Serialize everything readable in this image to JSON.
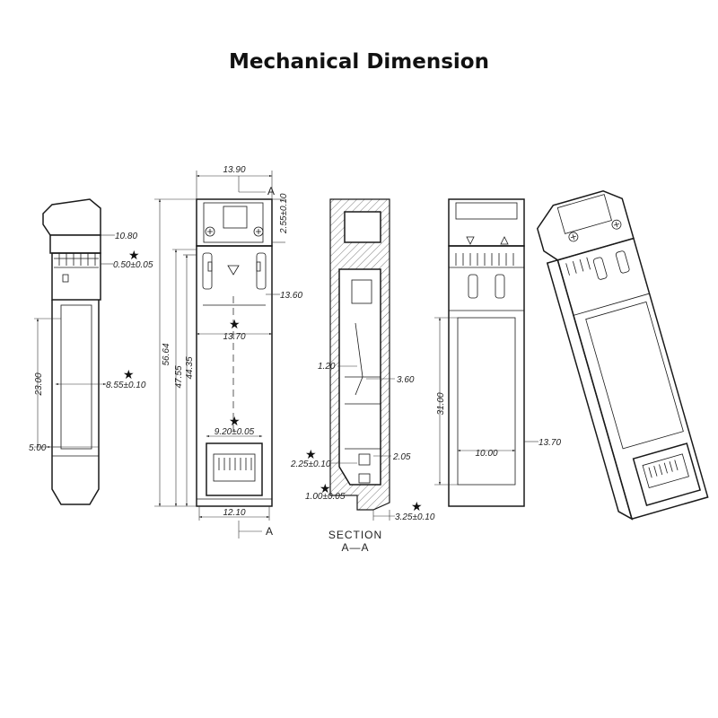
{
  "title": "Mechanical Dimension",
  "side_view": {
    "dim_top_width": "10.80",
    "dim_tab": "0.50±0.05",
    "dim_window_height": "23.00",
    "dim_depth": "8.55±0.10",
    "dim_bottom": "5.00"
  },
  "front_view": {
    "dim_top_width": "13.90",
    "section_marker": "A",
    "dim_top_offset": "2.55±0.10",
    "dim_latch_width": "13.60",
    "dim_body_width": "13.70",
    "dim_total_length": "56.64",
    "dim_length_2": "47.55",
    "dim_length_3": "44.35",
    "dim_connector_width": "9.20±0.05",
    "dim_bottom_width": "12.10",
    "section_marker_bottom": "A"
  },
  "section_view": {
    "dim_wall": "1.20",
    "dim_inner": "3.60",
    "dim_step": "2.05",
    "dim_offset": "2.25±0.10",
    "dim_lip": "1.00±0.05",
    "dim_end": "3.25±0.10",
    "label_line1": "SECTION",
    "label_line2": "A—A"
  },
  "back_view": {
    "dim_height": "31.00",
    "dim_inner_width": "10.00",
    "dim_outer_width": "13.70"
  },
  "tolerance_symbol": "★",
  "colors": {
    "line": "#1a1a1a",
    "background": "#ffffff",
    "title": "#111111"
  }
}
